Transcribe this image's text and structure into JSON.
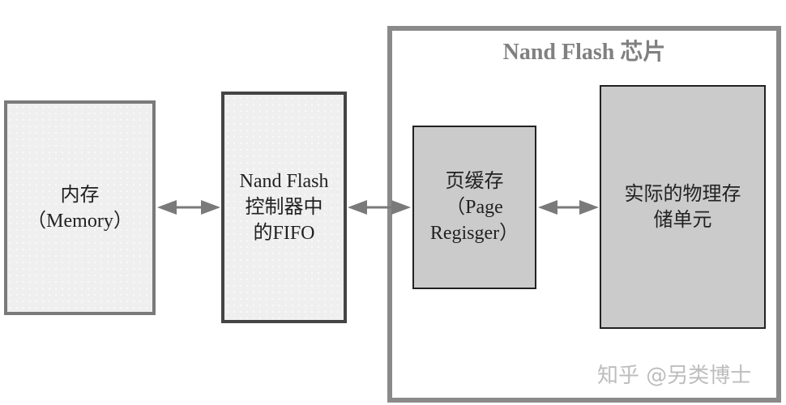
{
  "memory": {
    "line1": "内存",
    "line2": "（Memory）"
  },
  "fifo": {
    "line1": "Nand Flash",
    "line2": "控制器中",
    "line3": "的FIFO"
  },
  "chip": {
    "title": "Nand Flash 芯片"
  },
  "page_register": {
    "line1": "页缓存",
    "line2": "（Page",
    "line3": "Regisger）"
  },
  "physical_cells": {
    "line1": "实际的物理存",
    "line2": "储单元"
  },
  "watermark": "知乎 @另类博士",
  "colors": {
    "arrow": "#7a7a7a",
    "chip_border": "#8a8a8a",
    "inner_fill": "#cbcbcb"
  }
}
